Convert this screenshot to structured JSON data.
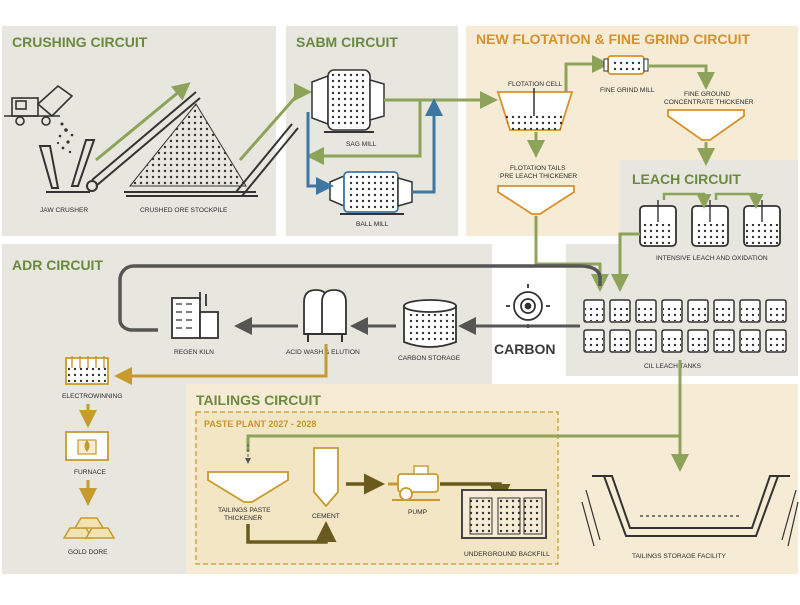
{
  "sections": {
    "crushing": "CRUSHING CIRCUIT",
    "sabm": "SABM CIRCUIT",
    "flotation": "NEW FLOTATION & FINE GRIND CIRCUIT",
    "leach": "LEACH CIRCUIT",
    "adr": "ADR CIRCUIT",
    "tailings": "TAILINGS CIRCUIT",
    "paste_plant": "PASTE PLANT 2027 - 2028"
  },
  "labels": {
    "jaw_crusher": "JAW CRUSHER",
    "crushed_ore_stockpile": "CRUSHED ORE STOCKPILE",
    "sag_mill": "SAG MILL",
    "ball_mill": "BALL MILL",
    "flotation_cell": "FLOTATION CELL",
    "fine_grind_mill": "FINE GRIND MILL",
    "fine_ground_1": "FINE GROUND",
    "fine_ground_2": "CONCENTRATE THICKENER",
    "flotation_tails_1": "FLOTATION TAILS",
    "flotation_tails_2": "PRE LEACH THICKENER",
    "intensive_leach": "INTENSIVE LEACH AND OXIDATION",
    "cil_leach_tanks": "CIL LEACH TANKS",
    "carbon": "CARBON",
    "carbon_storage": "CARBON STORAGE",
    "acid_wash": "ACID WASH & ELUTION",
    "regen_kiln": "REGEN KILN",
    "electrowinning": "ELECTROWINNING",
    "furnace": "FURNACE",
    "gold_dore": "GOLD DORE",
    "tailings_paste_1": "TAILINGS PASTE",
    "tailings_paste_2": "THICKENER",
    "cement": "CEMENT",
    "pump": "PUMP",
    "underground_backfill": "UNDERGROUND BACKFILL",
    "tailings_storage": "TAILINGS STORAGE FACILITY"
  },
  "colors": {
    "grey_panel": "#e7e7df",
    "tan_panel": "#f6ecd6",
    "green_title": "#6b8a3e",
    "orange_title": "#d7902a",
    "gold_title": "#c8962a",
    "dark_grey": "#555555",
    "green_line": "#8da35a",
    "blue_line": "#3f77a3",
    "gold_line": "#c79a2e",
    "brown_line": "#6b5a1e",
    "grey_line": "#555555"
  }
}
